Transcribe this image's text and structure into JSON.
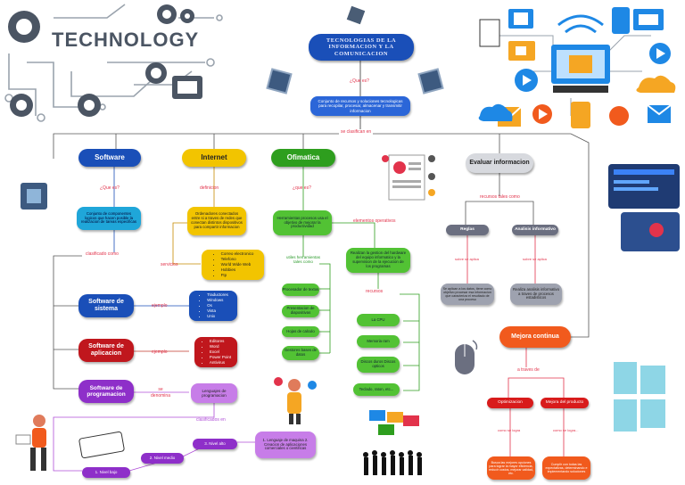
{
  "header": {
    "logo_text": "TECHNOLOGY"
  },
  "root": {
    "title": "TECNOLOGIAS DE LA INFORMACION Y LA COMUNICACION",
    "q": "¿Que es?",
    "def": "Conjunto de recursos y soluciones tecnologicas para recopilar, procesar, almacenar y transmitir informacion",
    "classify": "se clasifican en"
  },
  "software": {
    "title": "Software",
    "q": "¿Que es?",
    "def": "Conjunto de componentes logicos que hacen posible la realizacion de tareas especificas",
    "classified_as": "clasificado como",
    "sistema": "Software de sistema",
    "sistema_ej": "ejemplo",
    "sistema_items": [
      "Traductores",
      "Windows",
      "Os",
      "Vista",
      "Unix"
    ],
    "aplicacion": "Software de aplicacion",
    "aplicacion_ej": "ejemplo",
    "aplicacion_items": [
      "Editores",
      "Word",
      "Excel",
      "Power Point",
      "Antivirus"
    ],
    "programacion": "Software de programacion",
    "programacion_lbl": "se denomina",
    "lenguajes": "Lenguajes de programacion",
    "classified_in": "clasificados en",
    "niveles": [
      "1. Nivel bajo",
      "2. Nivel medio",
      "3. Nivel alto"
    ],
    "lenguaje_final": "1. Lenguaje de maquina 2. Creacion de aplicaciones comerciales o cientificas"
  },
  "internet": {
    "title": "Internet",
    "def_lbl": "definicion",
    "def": "Ordenadores conectados entre si a traves de redes que conectan distintos dispositivos para compartir informacion",
    "serv_lbl": "servicios",
    "services": [
      "Correo electronico",
      "Telefono",
      "World Wide Web",
      "Hobbies",
      "Ftp"
    ]
  },
  "ofimatica": {
    "title": "Ofimatica",
    "q": "¿que es?",
    "def": "Herramientas procesos usa el objetivo de mejorar la productividad",
    "tools_lbl": "utiles herramientas tales como",
    "tools": [
      "Procesador de textos",
      "Presentacion de diapositivas",
      "Hojas de calculo",
      "Gestores bases de datos"
    ],
    "elem_lbl": "elementos operativos",
    "elem_def": "Realizan la gestion del hardware del equipo informatico y la supervision de la ejecucion de los programas",
    "recursos_lbl": "recursos",
    "recursos": [
      "La CPU",
      "Memoria ram",
      "Discos duros Discos opticos",
      "Teclado, raton, etc..."
    ]
  },
  "evaluar": {
    "title": "Evaluar informacion",
    "lbl": "recursos tales como",
    "reglas": "Reglas",
    "analisis": "Analisis informativo",
    "sobre_a": "sobre se aplica",
    "sobre_b": "sobre se aplica",
    "reglas_def": "Se aplican a los datos, tiene como objetivo procesar esa informacion que caracteriza el resultado de una proceso",
    "analisis_def": "Realiza analisis informativo a traves de procesos estadisticos"
  },
  "mejora": {
    "title": "Mejora continua",
    "lbl": "a traves de",
    "opt": "Optimizacion",
    "prod": "Mejora del producto",
    "opt_lbl": "como se logra",
    "prod_lbl": "como se logra...",
    "opt_def": "Busca las mejores opciones para lograr la mayor eficiencia, reducir costos, mejorar calidad, etc.",
    "prod_def": "Cumplir con todas las expectativas, determinando e implementando soluciones"
  },
  "colors": {
    "software": "#1a4fb8",
    "internet": "#f2c400",
    "ofimatica": "#2e9e1e",
    "evaluar": "#6b6f80",
    "mejora": "#f15a1d",
    "red_label": "#e2334b"
  }
}
